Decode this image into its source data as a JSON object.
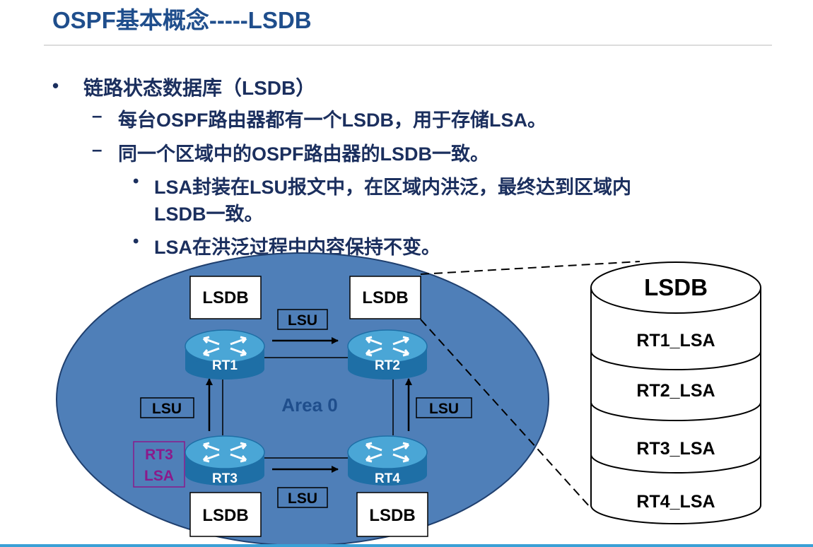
{
  "slide": {
    "title": "OSPF基本概念-----LSDB",
    "bullets": {
      "l1": "链路状态数据库（LSDB）",
      "l2a": "每台OSPF路由器都有一个LSDB，用于存储LSA。",
      "l2b": "同一个区域中的OSPF路由器的LSDB一致。",
      "l3a_line1": "LSA封装在LSU报文中，在区域内洪泛，最终达到区域内",
      "l3a_line2": "LSDB一致。",
      "l3b": "LSA在洪泛过程中内容保持不变。"
    }
  },
  "diagram": {
    "area_label": "Area 0",
    "routers": {
      "rt1": "RT1",
      "rt2": "RT2",
      "rt3": "RT3",
      "rt4": "RT4"
    },
    "lsdb_label": "LSDB",
    "lsu_label": "LSU",
    "rt3_lsa": {
      "line1": "RT3",
      "line2": "LSA"
    },
    "database": {
      "title": "LSDB",
      "entries": [
        "RT1_LSA",
        "RT2_LSA",
        "RT3_LSA",
        "RT4_LSA"
      ]
    },
    "colors": {
      "area_fill": "#4f7fb8",
      "router_fill": "#2a8fc4",
      "area_label": "#1f4e8c",
      "rt3_lsa": "#8b1a8b"
    }
  }
}
